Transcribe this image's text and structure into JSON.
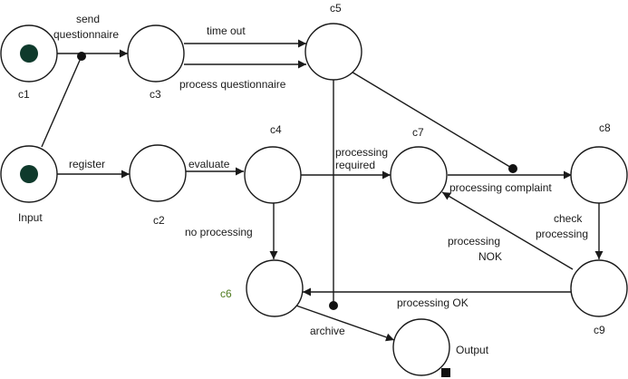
{
  "places": {
    "c1": {
      "label": "c1",
      "tokens": 1
    },
    "input": {
      "label": "Input",
      "tokens": 1
    },
    "c3": {
      "label": "c3",
      "tokens": 0
    },
    "c2": {
      "label": "c2",
      "tokens": 0
    },
    "c5": {
      "label": "c5",
      "tokens": 0
    },
    "c4": {
      "label": "c4",
      "tokens": 0
    },
    "c6": {
      "label": "c6",
      "tokens": 0,
      "label_color": "#4e7a1f"
    },
    "c7": {
      "label": "c7",
      "tokens": 0
    },
    "c8": {
      "label": "c8",
      "tokens": 0
    },
    "c9": {
      "label": "c9",
      "tokens": 0
    },
    "output": {
      "label": "Output",
      "tokens": 0
    }
  },
  "transitions": {
    "send_questionnaire": {
      "line1": "send",
      "line2": "questionnaire"
    },
    "register": "register",
    "time_out": "time out",
    "process_questionnaire": "process questionnaire",
    "evaluate": "evaluate",
    "processing_required": {
      "line1": "processing",
      "line2": "required"
    },
    "no_processing": "no processing",
    "processing_complaint": "processing complaint",
    "check_processing": {
      "line1": "check",
      "line2": "processing"
    },
    "processing_nok": {
      "line1": "processing",
      "line2": "NOK"
    },
    "processing_ok": "processing OK",
    "archive": "archive"
  },
  "colors": {
    "token": "#0f3a2c",
    "stroke": "#1a1a1a"
  }
}
